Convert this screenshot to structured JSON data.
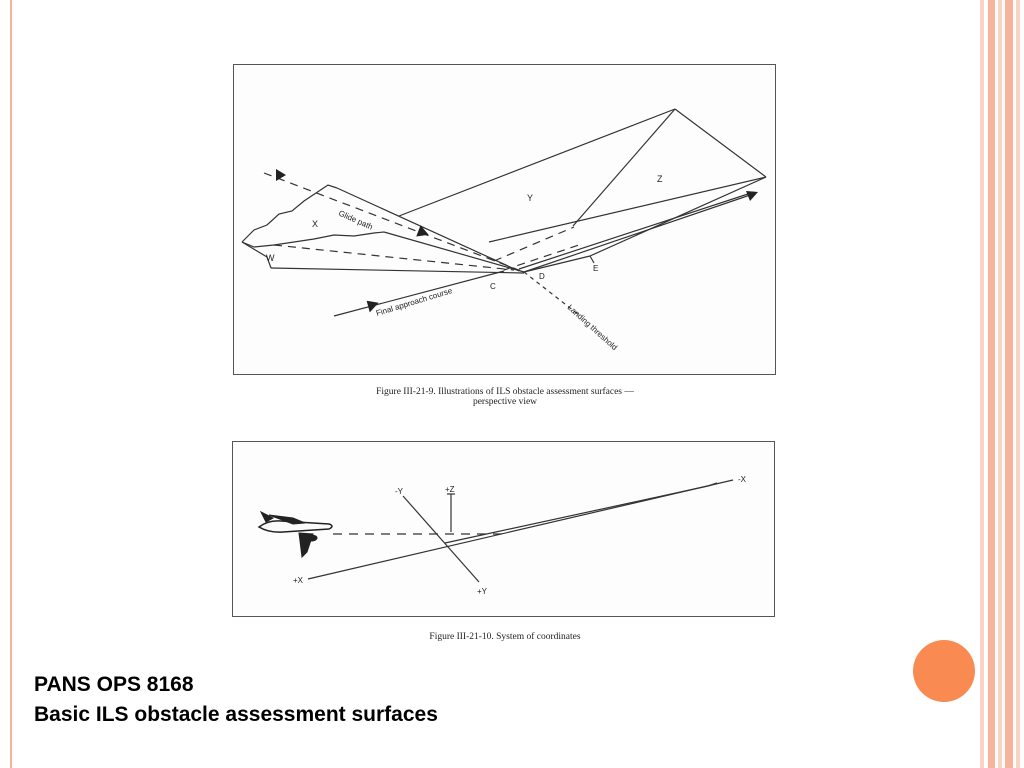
{
  "colors": {
    "stripe_light": "#fbd3c3",
    "stripe_mid": "#f7b49a",
    "orb": "#f88a52"
  },
  "figure1": {
    "caption_line1": "Figure III-21-9.    Illustrations of ILS obstacle assessment surfaces —",
    "caption_line2": "perspective view",
    "labels": {
      "w": "W",
      "x": "X",
      "y": "Y",
      "z": "Z",
      "c": "C",
      "d": "D",
      "e": "E",
      "glide_path": "Glide path",
      "final_approach": "Final approach course",
      "landing_threshold": "Landing threshold"
    }
  },
  "figure2": {
    "caption": "Figure III-21-10.   System of coordinates",
    "labels": {
      "minus_x": "-X",
      "plus_x": "+X",
      "minus_y": "-Y",
      "plus_y": "+Y",
      "plus_z": "+Z"
    },
    "icon": "airplane-icon"
  },
  "slide": {
    "line1": "PANS OPS 8168",
    "line2": "Basic ILS obstacle assessment surfaces"
  },
  "decor": {
    "orb_icon": "orange-circle-icon"
  }
}
